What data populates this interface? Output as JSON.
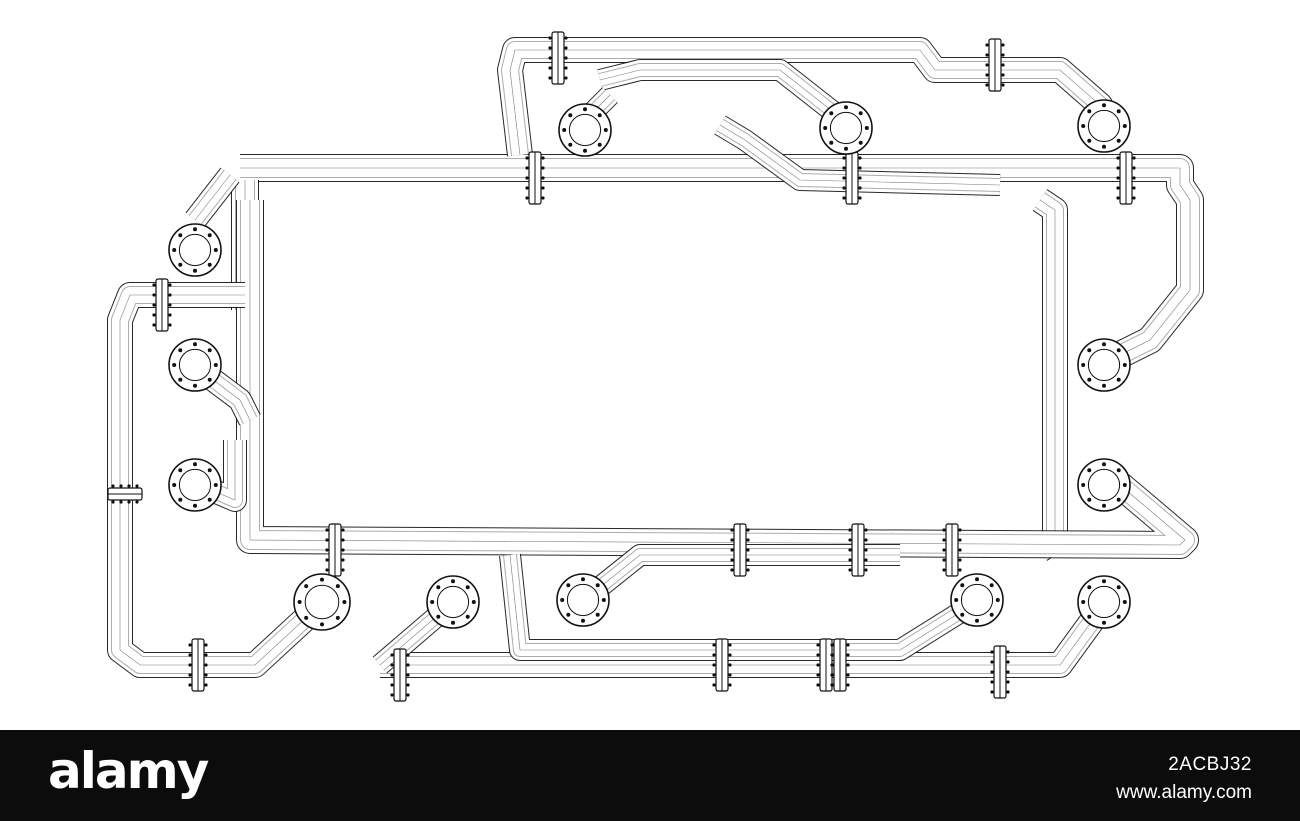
{
  "footer": {
    "logo": "alamy",
    "image_id": "2ACBJ32",
    "url": "www.alamy.com"
  },
  "colors": {
    "footer_background": "#0c0c0c",
    "footer_text": "#ffffff",
    "wireframe_stroke": "#111111",
    "background": "#ffffff"
  },
  "subject": {
    "icons": [
      "pipe-segment-icon",
      "pipe-flange-icon",
      "pipe-elbow-icon"
    ]
  }
}
